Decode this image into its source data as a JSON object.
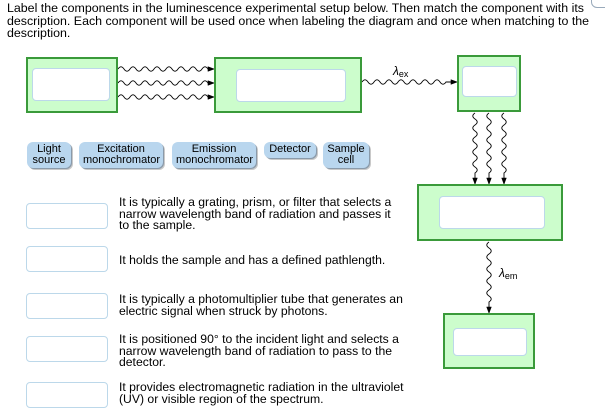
{
  "instructions": "Label the components in the luminescence experimental setup below. Then match the component with its description. Each component will be used once when labeling the diagram and once when matching to the description.",
  "diagram": {
    "lambda_ex": {
      "symbol": "λ",
      "sub": "ex"
    },
    "lambda_em": {
      "symbol": "λ",
      "sub": "em"
    },
    "box_color": "#ccfdcc",
    "box_border": "#3a9a3a"
  },
  "label_bank": [
    {
      "line1": "Light",
      "line2": "source"
    },
    {
      "line1": "Excitation",
      "line2": "monochromator"
    },
    {
      "line1": "Emission",
      "line2": "monochromator"
    },
    {
      "line1": "Detector",
      "line2": ""
    },
    {
      "line1": "Sample",
      "line2": "cell"
    }
  ],
  "descriptions": [
    "It is typically a grating, prism, or filter that selects a narrow wavelength band of radiation and passes it to the sample.",
    "It holds the sample and has a defined pathlength.",
    "It is typically a photomultiplier tube that generates an electric signal when struck by photons.",
    "It is positioned 90° to the incident light and selects a narrow wavelength band of radiation to pass to the detector.",
    "It provides electromagnetic radiation in the ultraviolet (UV) or visible region of the spectrum."
  ],
  "chip_color": "#b9d6ee"
}
